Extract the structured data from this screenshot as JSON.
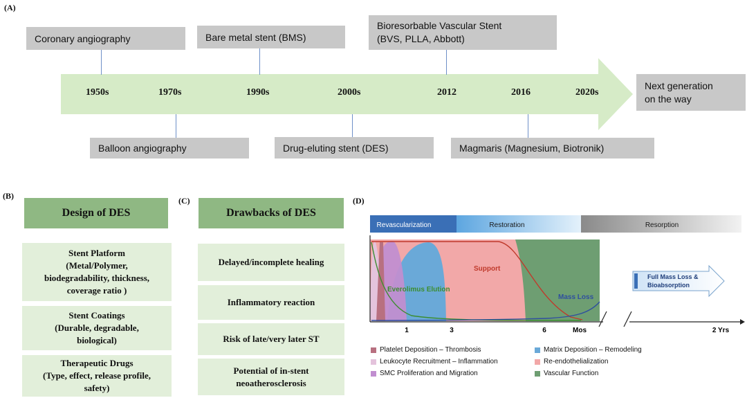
{
  "panels": {
    "a": "(A)",
    "b": "(B)",
    "c": "(C)",
    "d": "(D)"
  },
  "timeline": {
    "years": [
      "1950s",
      "1970s",
      "1990s",
      "2000s",
      "2012",
      "2016",
      "2020s"
    ],
    "next_generation": [
      "Next generation",
      "on the way"
    ],
    "events_top": [
      {
        "label": "Coronary angiography"
      },
      {
        "label": "Bare metal stent (BMS)"
      },
      {
        "lines": [
          "Bioresorbable Vascular Stent",
          "(BVS, PLLA, Abbott)"
        ]
      }
    ],
    "events_bottom": [
      {
        "label": "Balloon angiography"
      },
      {
        "label": "Drug-eluting stent (DES)"
      },
      {
        "label": "Magmaris (Magnesium, Biotronik)"
      }
    ],
    "colors": {
      "arrow": "#d6ebc7",
      "box": "#c8c8c8",
      "connector": "#6d8fc8"
    }
  },
  "design_of_des": {
    "title": "Design of DES",
    "items": [
      {
        "lines": [
          "Stent Platform",
          "(Metal/Polymer,",
          "biodegradability, thickness,",
          "coverage ratio )"
        ]
      },
      {
        "lines": [
          "Stent Coatings",
          "(Durable, degradable,",
          "biological)"
        ]
      },
      {
        "lines": [
          "Therapeutic Drugs",
          "(Type, effect, release profile,",
          "safety)"
        ]
      }
    ]
  },
  "drawbacks_of_des": {
    "title": "Drawbacks of DES",
    "items": [
      {
        "lines": [
          "Delayed/incomplete healing"
        ]
      },
      {
        "lines": [
          "Inflammatory reaction"
        ]
      },
      {
        "lines": [
          "Risk of late/very later ST"
        ]
      },
      {
        "lines": [
          "Potential of in-stent",
          "neoatherosclerosis"
        ]
      }
    ]
  },
  "healing_chart": {
    "phases": [
      "Revascularization",
      "Restoration",
      "Resorption"
    ],
    "curve_labels": {
      "support": "Support",
      "elution": "Everolimus Elution",
      "mass_loss": "Mass Loss"
    },
    "x_ticks": [
      "1",
      "3",
      "6"
    ],
    "x_unit": "Mos",
    "x_end": "2 Yrs",
    "arrow_label": [
      "Full Mass Loss &",
      "Bioabsorption"
    ],
    "legend": [
      {
        "label": "Platelet Deposition – Thrombosis",
        "color": "#b87080"
      },
      {
        "label": "Matrix Deposition – Remodeling",
        "color": "#6aa9d8"
      },
      {
        "label": "Leukocyte Recruitment – Inflammation",
        "color": "#e4c3dc"
      },
      {
        "label": "Re-endothelialization",
        "color": "#f2a8a8"
      },
      {
        "label": "SMC Proliferation and Migration",
        "color": "#c18ed0"
      },
      {
        "label": "Vascular Function",
        "color": "#6e9e72"
      }
    ],
    "colors": {
      "support": "#c0392b",
      "elution": "#3c8d2f",
      "mass_loss": "#2f4f9e"
    }
  }
}
